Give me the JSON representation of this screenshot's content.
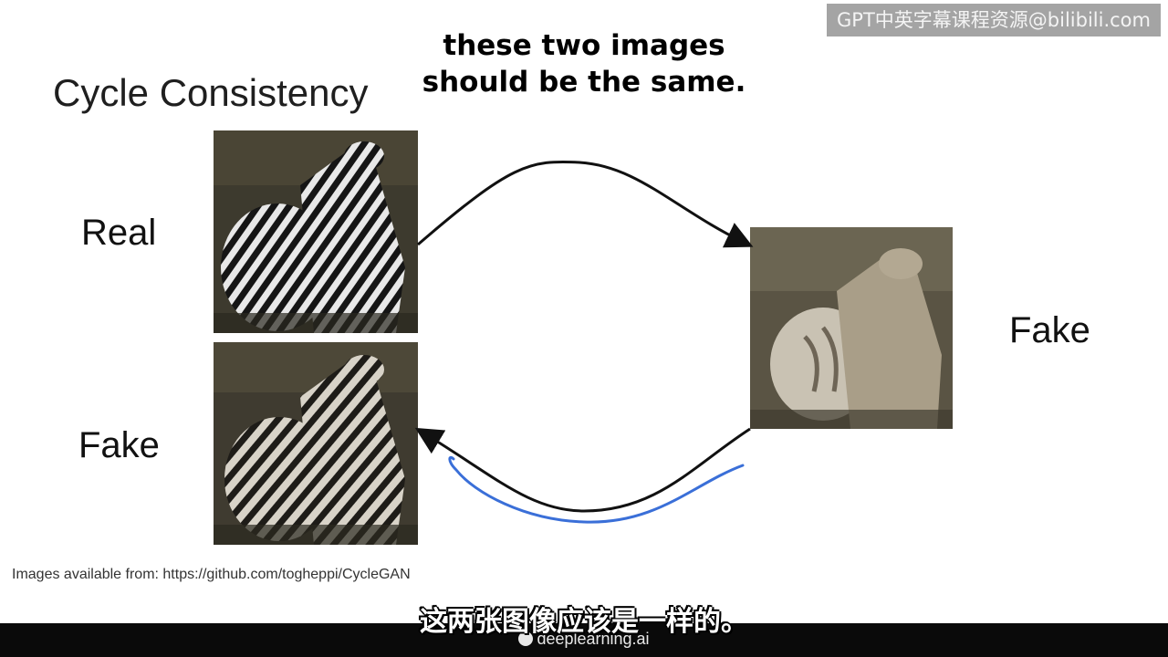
{
  "slide": {
    "title": "Cycle Consistency",
    "label_real": "Real",
    "label_fake_left": "Fake",
    "label_fake_right": "Fake",
    "credit": "Images available from: https://github.com/togheppi/CycleGAN"
  },
  "subtitles": {
    "top_line1": "these two images",
    "top_line2": "should be the same.",
    "bottom": "这两张图像应该是一样的。"
  },
  "watermark": {
    "text": "GPT中英字幕课程资源@bilibili.com"
  },
  "footer": {
    "brand": "deeplearning.ai"
  },
  "images": {
    "real_zebra": "zebra-photo",
    "fake_horse": "horse-photo",
    "fake_zebra": "reconstructed-zebra-photo"
  },
  "colors": {
    "arrow": "#111111",
    "annotation": "#3a6fd8"
  }
}
